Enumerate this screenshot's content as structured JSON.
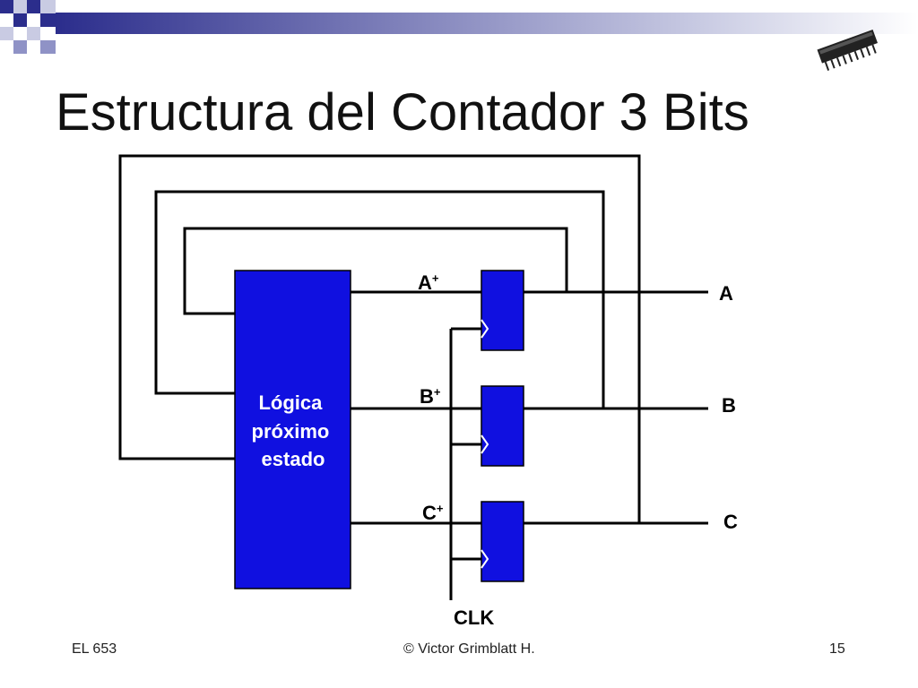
{
  "slide": {
    "title": "Estructura del Contador 3 Bits"
  },
  "diagram": {
    "logic_block_lines": [
      "Lógica",
      "próximo",
      "estado"
    ],
    "ff_inputs": [
      "A",
      "B",
      "C"
    ],
    "ff_input_sup": "+",
    "outputs": [
      "A",
      "B",
      "C"
    ],
    "clock": "CLK",
    "colors": {
      "block": "#1010e0",
      "wire": "#000000"
    }
  },
  "footer": {
    "left": "EL 653",
    "center": "© Victor Grimblatt H.",
    "page": "15"
  },
  "decoration": {
    "header_gradient": [
      "#2b2d8c",
      "#ffffff"
    ],
    "chip_icon": "chip-icon"
  }
}
